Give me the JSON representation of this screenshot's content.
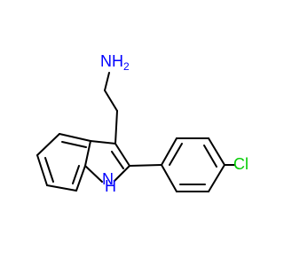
{
  "molecule": {
    "atoms": {
      "amine": {
        "element": "NH2",
        "main": "N",
        "hydrogen": "H",
        "count": "2",
        "color": "#0000ff"
      },
      "ring_nh": {
        "element": "NH",
        "main": "N",
        "hydrogen": "H",
        "color": "#0000ff"
      },
      "chlorine": {
        "element": "Cl",
        "text": "Cl",
        "color": "#00cc00"
      }
    },
    "bond_color": "#000000"
  }
}
